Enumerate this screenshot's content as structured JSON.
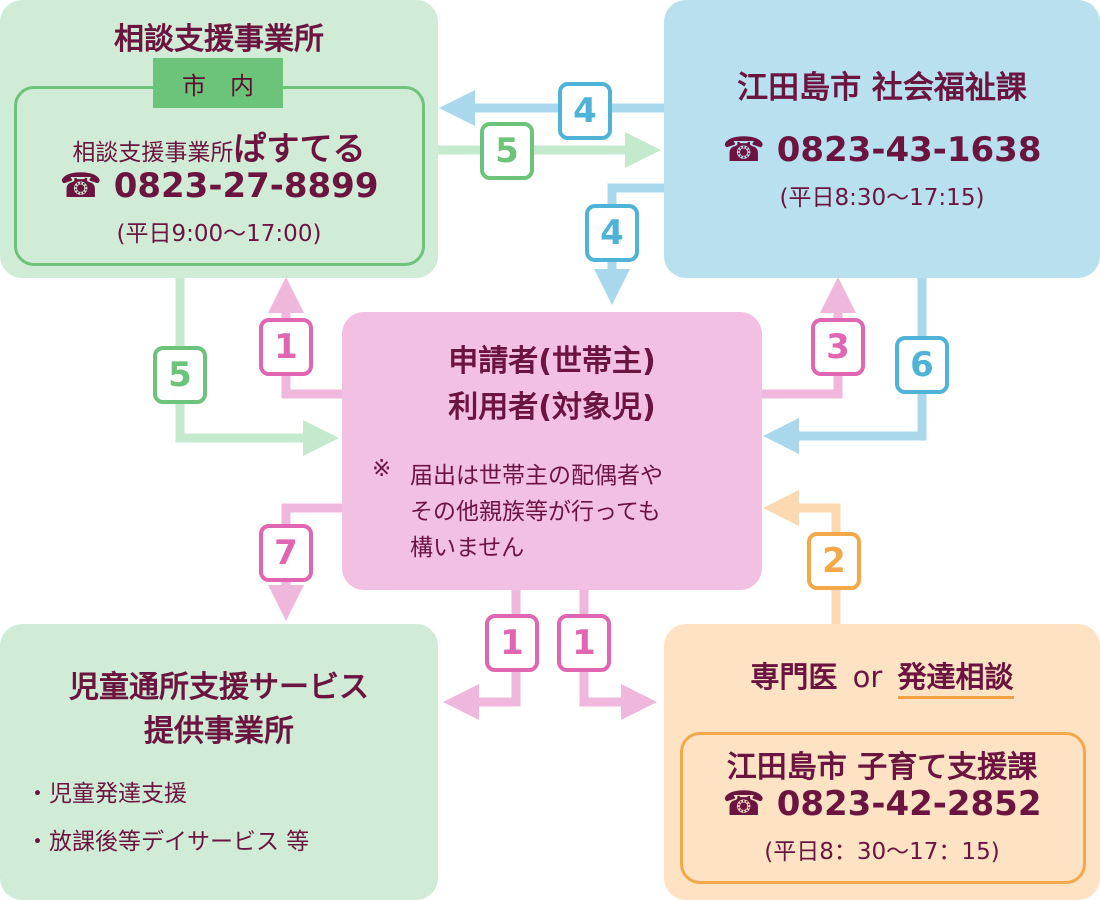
{
  "consultation": {
    "title": "相談支援事業所",
    "area_tag": "市　内",
    "org_prefix": "相談支援事業所",
    "org_name": "ぱすてる",
    "phone_icon": "☎",
    "phone": "0823-27-8899",
    "hours": "(平日9:00～17:00)"
  },
  "welfare": {
    "title": "江田島市 社会福祉課",
    "phone_icon": "☎",
    "phone": "0823-43-1638",
    "hours": "(平日8:30～17:15)"
  },
  "applicant": {
    "line1": "申請者(世帯主)",
    "line2": "利用者(対象児)",
    "note_mark": "※",
    "note_line1": "届出は世帯主の配偶者や",
    "note_line2": "その他親族等が行っても",
    "note_line3": "構いません"
  },
  "provider": {
    "line1": "児童通所支援サービス",
    "line2": "提供事業所",
    "item1": "・児童発達支援",
    "item2": "・放課後等デイサービス 等"
  },
  "specialist": {
    "doctor": "専門医",
    "or": "or",
    "consult": "発達相談",
    "office": "江田島市 子育て支援課",
    "phone_icon": "☎",
    "phone": "0823-42-2852",
    "hours": "(平日8：30～17：15)"
  },
  "steps": {
    "s4_top": "4",
    "s5_top": "5",
    "s4_down": "4",
    "s5_left": "5",
    "s1_up": "1",
    "s3_up": "3",
    "s6": "6",
    "s7": "7",
    "s1_bottom_left": "1",
    "s1_bottom_right": "1",
    "s2": "2"
  },
  "colors": {
    "green_box": "#d0ecd7",
    "green_border": "#6cc37a",
    "blue_box": "#b8e0ef",
    "pink_box": "#f2c0e3",
    "orange_box": "#fde2c4",
    "text": "#6b1440"
  }
}
